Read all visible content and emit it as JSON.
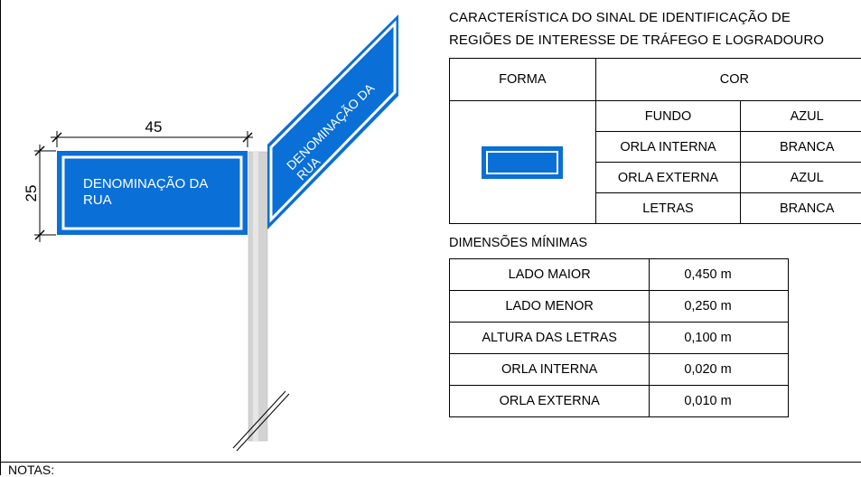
{
  "diagram": {
    "dim_width": "45",
    "dim_height": "25",
    "front_sign_text": "DENOMINAÇÃO DA RUA",
    "side_sign_text": "DENOMINAÇÃO DA RUA"
  },
  "colors": {
    "sign_blue": "#0a6fd6",
    "pole_gray": "#d3d3d3",
    "orla_white": "#ffffff"
  },
  "characteristics": {
    "title_line1": "CARACTERÍSTICA DO SINAL DE IDENTIFICAÇÃO DE",
    "title_line2": "REGIÕES DE INTERESSE DE TRÁFEGO E LOGRADOURO",
    "header_forma": "FORMA",
    "header_cor": "COR",
    "rows": [
      {
        "label": "FUNDO",
        "value": "AZUL"
      },
      {
        "label": "ORLA INTERNA",
        "value": "BRANCA"
      },
      {
        "label": "ORLA EXTERNA",
        "value": "AZUL"
      },
      {
        "label": "LETRAS",
        "value": "BRANCA"
      }
    ]
  },
  "dimensions": {
    "title": "DIMENSÕES MÍNIMAS",
    "rows": [
      {
        "label": "LADO MAIOR",
        "value": "0,450 m"
      },
      {
        "label": "LADO MENOR",
        "value": "0,250 m"
      },
      {
        "label": "ALTURA DAS LETRAS",
        "value": "0,100 m"
      },
      {
        "label": "ORLA INTERNA",
        "value": "0,020 m"
      },
      {
        "label": "ORLA EXTERNA",
        "value": "0,010 m"
      }
    ]
  },
  "notes": {
    "label": "NOTAS:"
  }
}
